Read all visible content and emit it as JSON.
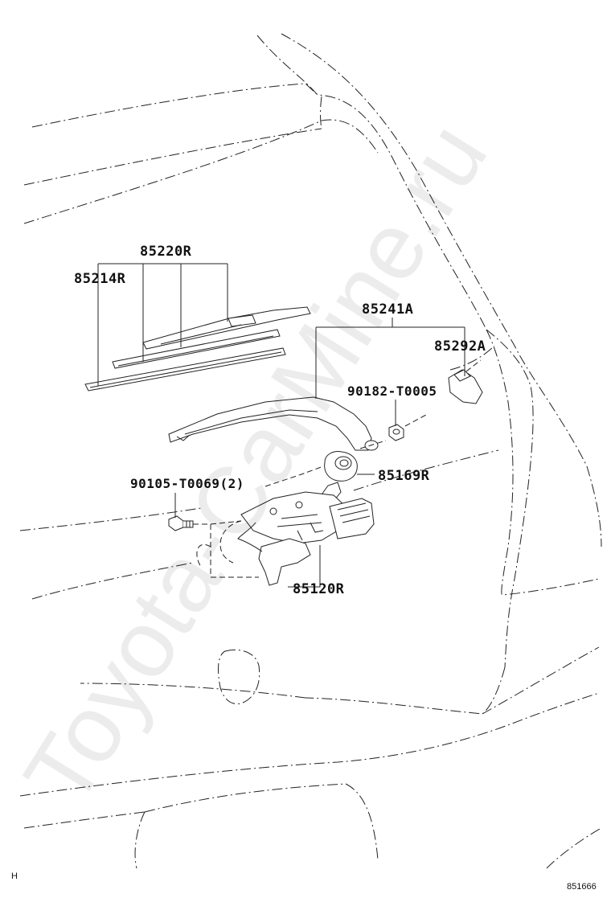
{
  "diagram": {
    "watermark": "Toyota-CarMine.ru",
    "corner_code": "H",
    "illustration_number": "851666",
    "parts": {
      "p85220R": "85220R",
      "p85214R": "85214R",
      "p85241A": "85241A",
      "p85292A": "85292A",
      "p90182": "90182-T0005",
      "p90105": "90105-T0069(2)",
      "p85169R": "85169R",
      "p85120R": "85120R"
    }
  }
}
